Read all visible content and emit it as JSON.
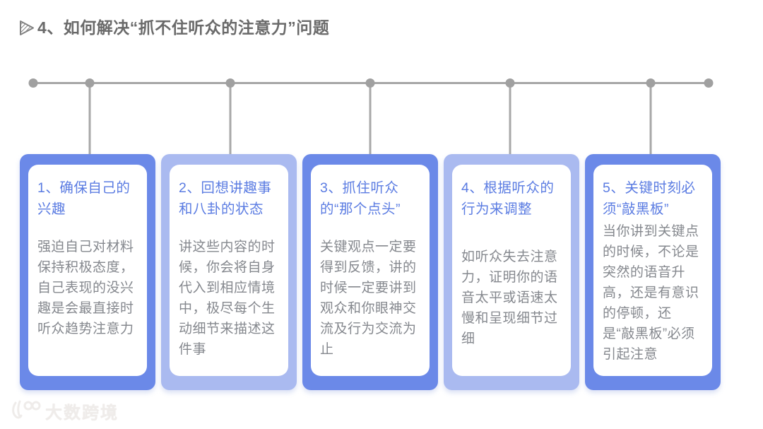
{
  "header": {
    "title": "4、如何解决“抓不住听众的注意力”问题",
    "icon": "striped-play-icon"
  },
  "timeline": {
    "dot_count": 7,
    "connector_count": 5,
    "color": "#a0a0a0"
  },
  "cards": [
    {
      "variant": "dark",
      "title": "1、确保自己的兴趣",
      "body": "强迫自己对材料保持积极态度，自己表现的没兴趣是会最直接时听众趋势注意力"
    },
    {
      "variant": "light",
      "title": "2、回想讲趣事和八卦的状态",
      "body": "讲这些内容的时候，你会将自身代入到相应情境中，极尽每个生动细节来描述这件事"
    },
    {
      "variant": "dark",
      "title": "3、抓住听众的“那个点头”",
      "body": "关键观点一定要得到反馈，讲的时候一定要讲到观众和你眼神交流及行为交流为止"
    },
    {
      "variant": "light",
      "title": "4、根据听众的行为来调整",
      "body": "如听众失去注意力，证明你的语音太平或语速太慢和呈现细节过细"
    },
    {
      "variant": "dark",
      "title": "5、关键时刻必须“敲黑板”",
      "body": "当你讲到关键点的时候，不论是突然的语音升高，还是有意识的停顿，还是“敲黑板”必须引起注意"
    }
  ],
  "colors": {
    "card_dark": "#6b89e8",
    "card_light": "#aabaf0",
    "card_title": "#5b7ce2",
    "body_text": "#85888e",
    "heading_text": "#6a6a6a",
    "timeline": "#a0a0a0",
    "watermark": "#efecea"
  },
  "watermark": {
    "brand": "大数跨境",
    "logo": "100-swoosh-logo"
  }
}
